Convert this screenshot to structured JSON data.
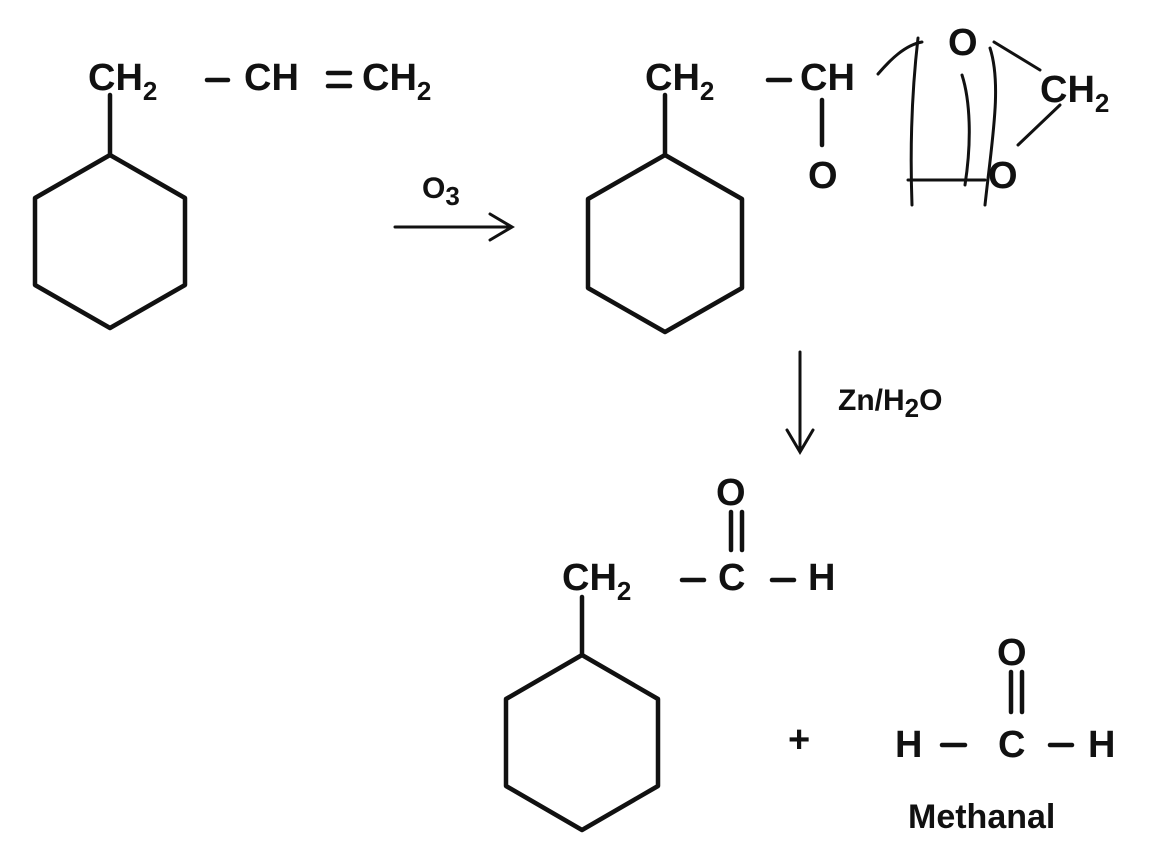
{
  "reactant": {
    "ch2": "CH",
    "ch2_sub": "2",
    "ch": "CH",
    "ch2_end": "CH",
    "ch2_end_sub": "2"
  },
  "step1": {
    "reagent": "O",
    "reagent_sub": "3"
  },
  "ozonide": {
    "ch2": "CH",
    "ch2_sub": "2",
    "ch": "CH",
    "o_bottom": "O",
    "o_ring_top": "O",
    "ring_ch2": "CH",
    "ring_ch2_sub": "2",
    "o_ring_bottom": "O"
  },
  "step2": {
    "reagent_a": "Zn/H",
    "reagent_sub": "2",
    "reagent_b": "O"
  },
  "aldehyde": {
    "o": "O",
    "ch2": "CH",
    "ch2_sub": "2",
    "c": "C",
    "h": "H"
  },
  "methanal": {
    "o": "O",
    "h_left": "H",
    "c": "C",
    "h_right": "H",
    "name": "Methanal"
  },
  "plus": "+",
  "colors": {
    "ink": "#111111",
    "background": "#ffffff"
  }
}
